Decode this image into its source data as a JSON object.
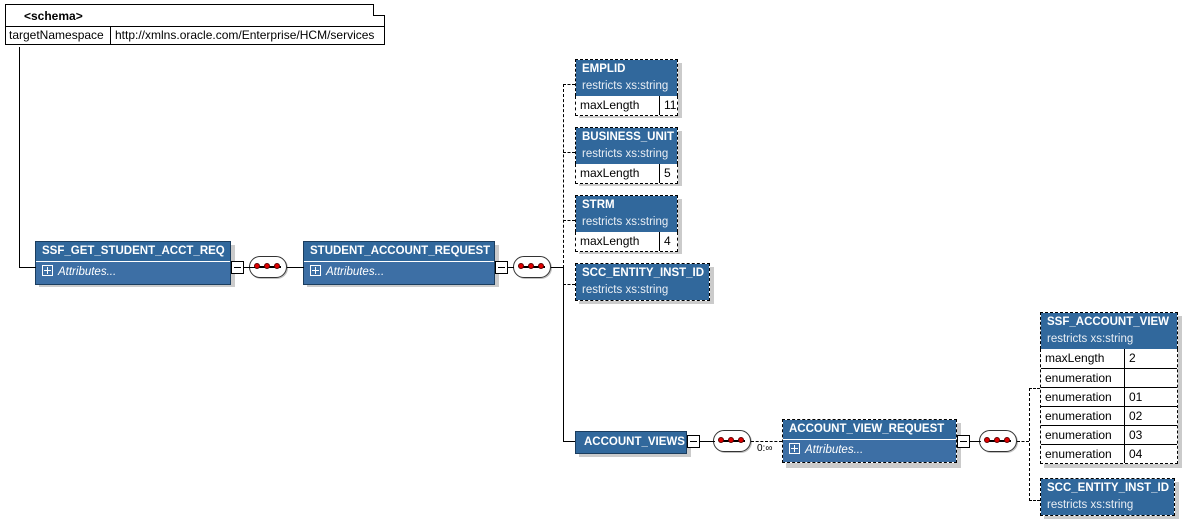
{
  "schema": {
    "title": "<schema>",
    "attribute_name": "targetNamespace",
    "attribute_value": "http://xmlns.oracle.com/Enterprise/HCM/services"
  },
  "colors": {
    "node_header": "#31689c",
    "node_attrs": "#3d6fa5",
    "node_border": "#1b3d5e",
    "dot": "#e00000",
    "background": "#ffffff"
  },
  "attributes_label": "Attributes...",
  "nodes": {
    "root": {
      "name": "SSF_GET_STUDENT_ACCT_REQ"
    },
    "student_account_request": {
      "name": "STUDENT_ACCOUNT_REQUEST"
    },
    "emplid": {
      "name": "EMPLID",
      "restriction": "restricts xs:string",
      "facets": [
        {
          "name": "maxLength",
          "value": "11"
        }
      ]
    },
    "business_unit": {
      "name": "BUSINESS_UNIT",
      "restriction": "restricts xs:string",
      "facets": [
        {
          "name": "maxLength",
          "value": "5"
        }
      ]
    },
    "strm": {
      "name": "STRM",
      "restriction": "restricts xs:string",
      "facets": [
        {
          "name": "maxLength",
          "value": "4"
        }
      ]
    },
    "scc_entity_inst_id": {
      "name": "SCC_ENTITY_INST_ID",
      "restriction": "restricts xs:string"
    },
    "account_views": {
      "name": "ACCOUNT_VIEWS"
    },
    "account_view_request": {
      "name": "ACCOUNT_VIEW_REQUEST"
    },
    "ssf_account_view": {
      "name": "SSF_ACCOUNT_VIEW",
      "restriction": "restricts xs:string",
      "facets": [
        {
          "name": "maxLength",
          "value": "2"
        },
        {
          "name": "enumeration",
          "value": ""
        },
        {
          "name": "enumeration",
          "value": "01"
        },
        {
          "name": "enumeration",
          "value": "02"
        },
        {
          "name": "enumeration",
          "value": "03"
        },
        {
          "name": "enumeration",
          "value": "04"
        }
      ]
    },
    "scc_entity_inst_id_2": {
      "name": "SCC_ENTITY_INST_ID",
      "restriction": "restricts xs:string"
    }
  },
  "multiplicity": {
    "account_view_request": "0:∞"
  },
  "icons": {
    "expand": "expand-plus-icon",
    "collapse": "collapse-minus-icon",
    "sequence": "sequence-compositor-icon"
  }
}
